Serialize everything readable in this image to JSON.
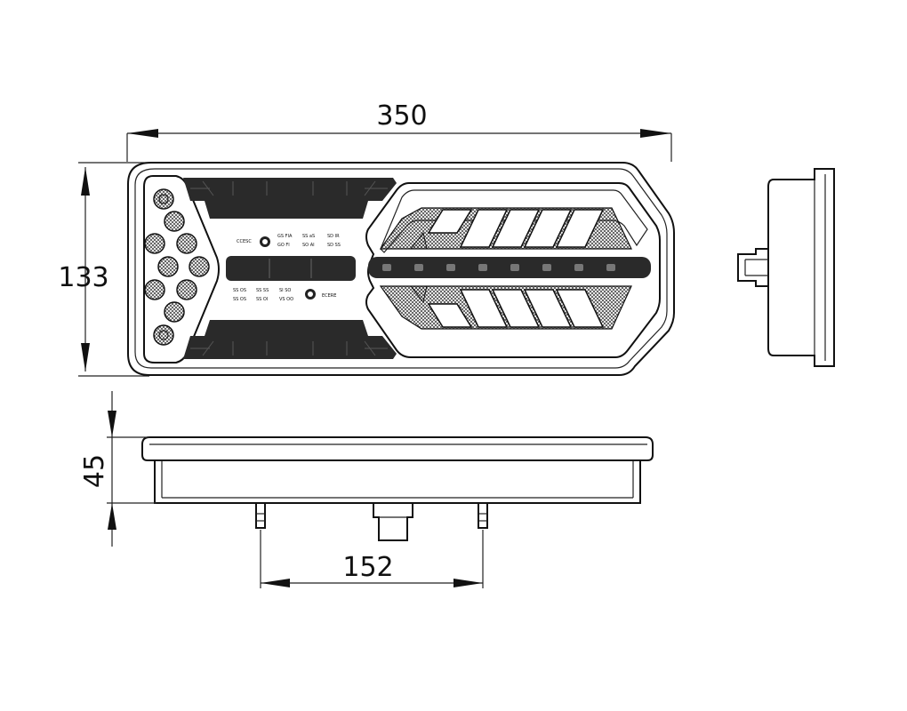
{
  "dimensions": {
    "width": "350",
    "height": "133",
    "depth": "45",
    "mount_spacing": "152"
  },
  "front_view": {
    "tiny_labels": {
      "left_code": "CCESC",
      "right_code": "ECERE",
      "top_pairs": [
        "GS FIA",
        "GO FI",
        "SS aS",
        "SO AI",
        "SD IR",
        "SD SS"
      ],
      "bottom_pairs": [
        "SS OS",
        "SS OS",
        "SS SS",
        "SS OI",
        "SI SO",
        "VS OO"
      ]
    }
  }
}
